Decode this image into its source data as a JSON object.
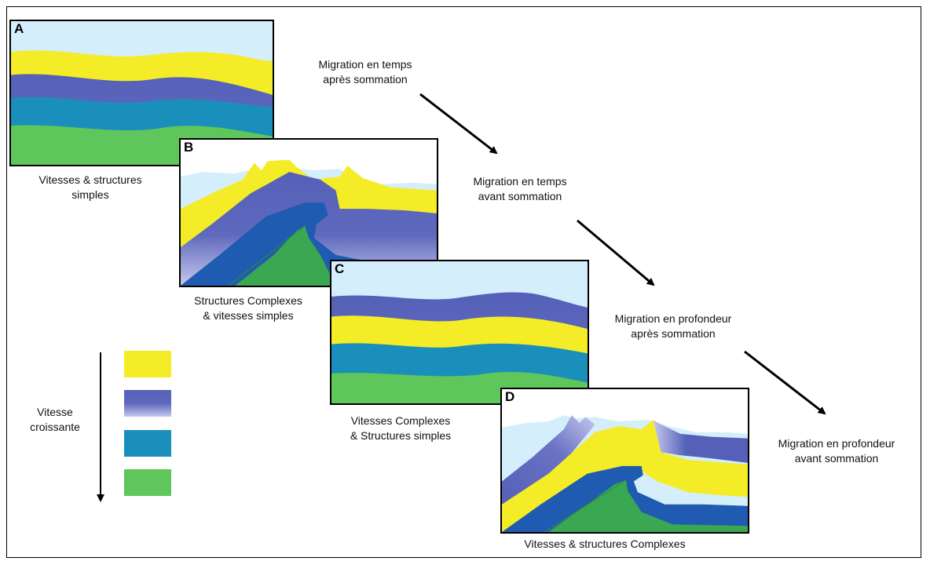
{
  "panels": [
    {
      "letter": "A",
      "caption_line1": "Vitesses & structures",
      "caption_line2": "simples"
    },
    {
      "letter": "B",
      "caption_line1": "Structures Complexes",
      "caption_line2": "& vitesses simples"
    },
    {
      "letter": "C",
      "caption_line1": "Vitesses Complexes",
      "caption_line2": "& Structures simples"
    },
    {
      "letter": "D",
      "caption_line1": "Vitesses & structures Complexes",
      "caption_line2": ""
    }
  ],
  "methods": [
    {
      "line1": "Migration en temps",
      "line2": "après sommation"
    },
    {
      "line1": "Migration en temps",
      "line2": "avant sommation"
    },
    {
      "line1": "Migration en profondeur",
      "line2": "après sommation"
    },
    {
      "line1": "Migration en profondeur",
      "line2": "avant sommation"
    }
  ],
  "legend": {
    "label_line1": "Vitesse",
    "label_line2": "croissante",
    "swatches": [
      "#f4ec26",
      "#5560b8",
      "#1b8fbc",
      "#5ec65a"
    ]
  },
  "colors": {
    "sky": "#d4eefb",
    "yellow": "#f4ec26",
    "purple": "#5560b8",
    "purple_light": "#c6c8ec",
    "teal": "#1b8fbc",
    "green": "#5ec65a",
    "dark_blue": "#1f5bb0",
    "dark_green": "#3aa852"
  }
}
